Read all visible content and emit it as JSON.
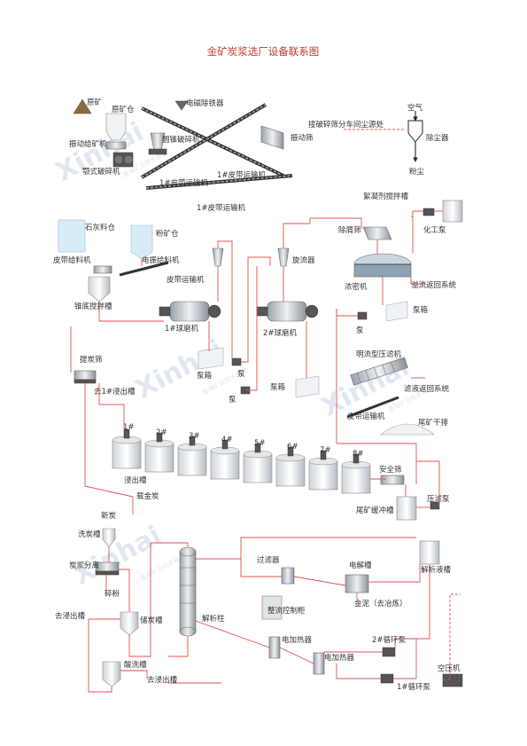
{
  "title": "金矿炭浆选厂设备联系图",
  "watermark": {
    "brand": "Xinhai",
    "cn": "鑫海矿业技术装备",
    "en": "XINHAI MINING TECHNOLOGY & EQUIPMENT"
  },
  "colors": {
    "pipe": "#e05050",
    "title": "#c0392b",
    "accent": "#c8102e"
  },
  "labels": {
    "yuankuang": "原矿",
    "yuankuangcang": "原矿仓",
    "diancichutieqi": "电磁除铁器",
    "kongqi": "空气",
    "zhuidongjikuangji": "振动给矿机",
    "yuanzhuiposuiji": "圆锥破碎机",
    "zhendongshai": "振动筛",
    "jiepo": "接破碎筛分车间尘源处",
    "chuchenqi": "除尘器",
    "eshiposuiji": "颚式破碎机",
    "pidai1a": "1#皮带运输机",
    "pidai1b": "1#皮带运输机",
    "pidai1c": "1#皮带运输机",
    "fenchen": "粉尘",
    "xuningjijiaobancao": "絮凝剂搅拌槽",
    "shihuiliaocang": "石灰料仓",
    "fenkuangcang": "粉矿仓",
    "huagongbeng": "化工泵",
    "chuxieshai": "除屑筛",
    "pidaigeiliaoji": "皮带给料机",
    "dianzhengeiliaoji": "电振给料机",
    "xuanliuqi": "旋流器",
    "pidaiyunshuji": "皮带运输机",
    "nongmiji": "浓密机",
    "yiliufanhui": "溢流返回系统",
    "zhuidijiaobancao": "锥底搅拌槽",
    "bengxiang1": "泵箱",
    "qiumoji1": "1#球磨机",
    "qiumoji2": "2#球磨机",
    "beng1": "泵",
    "tishaishai": "提炭筛",
    "bengxiang2": "泵箱",
    "beng2": "泵",
    "minglianxingyalv": "明流型压滤机",
    "qujinchu": "去1#浸出槽",
    "bengxiang3": "泵箱",
    "lvyefanhui": "滤液返回系统",
    "beng3": "泵",
    "pidaiyunshuji2": "皮带运输机",
    "weikuangganpai": "尾矿干排",
    "tank1": "1#",
    "tank2": "2#",
    "tank3": "3#",
    "tank4": "4#",
    "tank5": "5#",
    "tank6": "6#",
    "tank7": "7#",
    "tank8": "8#",
    "jinchucao": "浸出槽",
    "anquanshai": "安全筛",
    "weikuanghuanchongcao": "尾矿缓冲槽",
    "yalvbeng": "压滤泵",
    "zaijintan": "载金炭",
    "xintan": "新炭",
    "xitancao": "洗炭槽",
    "tanjiangfenli": "炭浆分离",
    "jiexiyecao": "解析液槽",
    "guolvqi": "过滤器",
    "dianjiecao": "电解槽",
    "suifen": "碎粉",
    "zhengliukongzhigui": "整流控制柜",
    "jinni": "金泥（去冶炼）",
    "qujinchucao": "去浸出槽",
    "chutancao": "储炭槽",
    "jiexizhu": "解析柱",
    "dianjiareqi1": "电加热器",
    "xunhuanbeng2": "2#循环泵",
    "dianjiareqi2": "电加热器",
    "suanxicao": "酸洗槽",
    "kongyaji": "空压机",
    "qujinchucao2": "去浸出槽",
    "xunhuanbeng1": "1#循环泵"
  }
}
